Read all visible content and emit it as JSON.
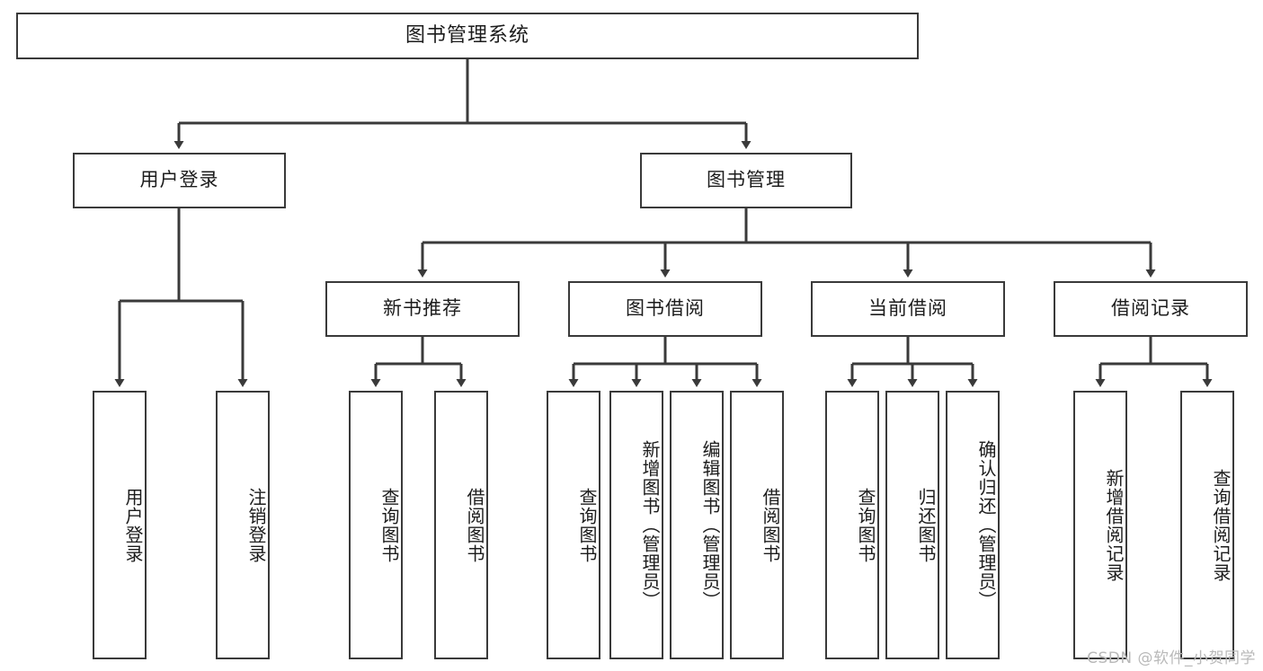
{
  "diagram": {
    "title": "图书管理系统",
    "type": "tree-hierarchy-diagram",
    "root": {
      "label": "图书管理系统"
    },
    "level2": [
      {
        "label": "用户登录"
      },
      {
        "label": "图书管理"
      }
    ],
    "level3": [
      {
        "label": "新书推荐"
      },
      {
        "label": "图书借阅"
      },
      {
        "label": "当前借阅"
      },
      {
        "label": "借阅记录"
      }
    ],
    "leaves": {
      "user_login": [
        {
          "label": "用户登录"
        },
        {
          "label": "注销登录"
        }
      ],
      "new_book_recommend": [
        {
          "label": "查询图书"
        },
        {
          "label": "借阅图书"
        }
      ],
      "book_borrow": [
        {
          "label": "查询图书"
        },
        {
          "label": "新增图书（管理员）"
        },
        {
          "label": "编辑图书（管理员）"
        },
        {
          "label": "借阅图书"
        }
      ],
      "current_borrow": [
        {
          "label": "查询图书"
        },
        {
          "label": "归还图书"
        },
        {
          "label": "确认归还（管理员）"
        }
      ],
      "borrow_record": [
        {
          "label": "新增借阅记录"
        },
        {
          "label": "查询借阅记录"
        }
      ]
    }
  },
  "watermark": {
    "text": "CSDN @软件_小贺同学"
  },
  "colors": {
    "stroke": "#3a3a3a",
    "text": "#1c1c1c",
    "background": "#ffffff",
    "watermark": "#b9b9b9"
  }
}
